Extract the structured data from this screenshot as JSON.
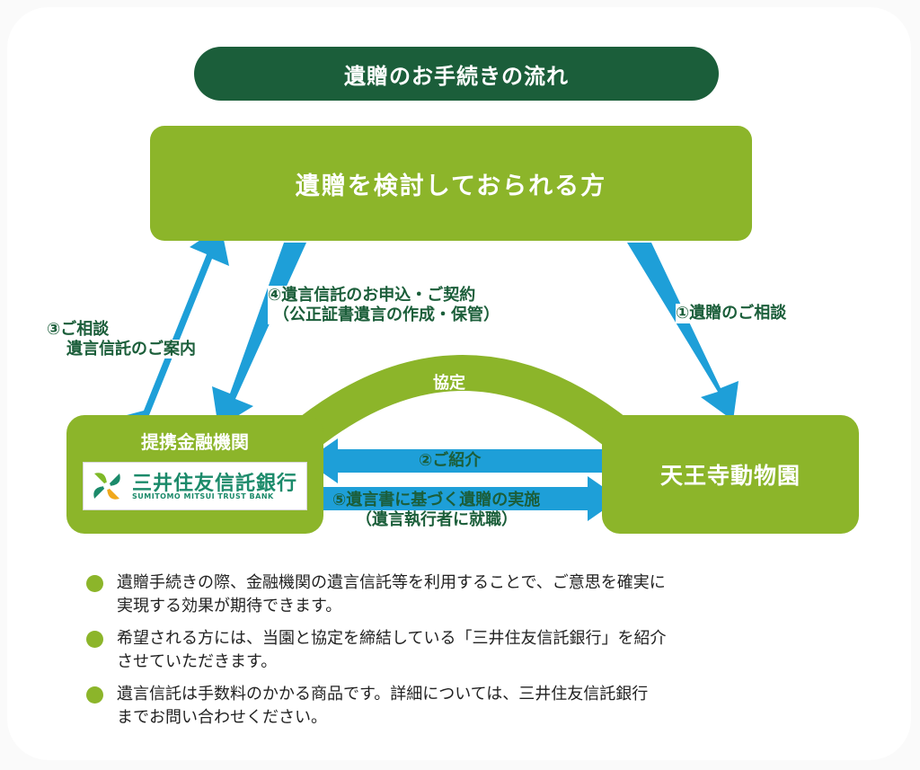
{
  "title": "遺贈のお手続きの流れ",
  "nodes": {
    "top": "遺贈を検討しておられる方",
    "left": "提携金融機関",
    "right": "天王寺動物園"
  },
  "bank_logo": {
    "name_jp": "三井住友信託銀行",
    "name_en": "SUMITOMO MITSUI TRUST BANK"
  },
  "arrows": {
    "step1": "①遺贈のご相談",
    "step2": "②ご紹介",
    "step3_line1": "③ご相談",
    "step3_line2": "遺言信託のご案内",
    "step4_line1": "④遺言信託のお申込・ご契約",
    "step4_line2": "（公正証書遺言の作成・保管）",
    "step5_line1": "⑤遺言書に基づく遺贈の実施",
    "step5_line2": "（遺言執行者に就職）",
    "agreement": "協定"
  },
  "notes": [
    {
      "line1": "遺贈手続きの際、金融機関の遺言信託等を利用することで、ご意思を確実に",
      "line2": "実現する効果が期待できます。"
    },
    {
      "line1": "希望される方には、当園と協定を締結している「三井住友信託銀行」を紹介",
      "line2": "させていただきます。"
    },
    {
      "line1": "遺言信託は手数料のかかる商品です。詳細については、三井住友信託銀行",
      "line2": "までお問い合わせください。"
    }
  ],
  "colors": {
    "green": "#8cb52a",
    "dark_green": "#1b5e3a",
    "arrow_blue": "#1e9fd8"
  }
}
